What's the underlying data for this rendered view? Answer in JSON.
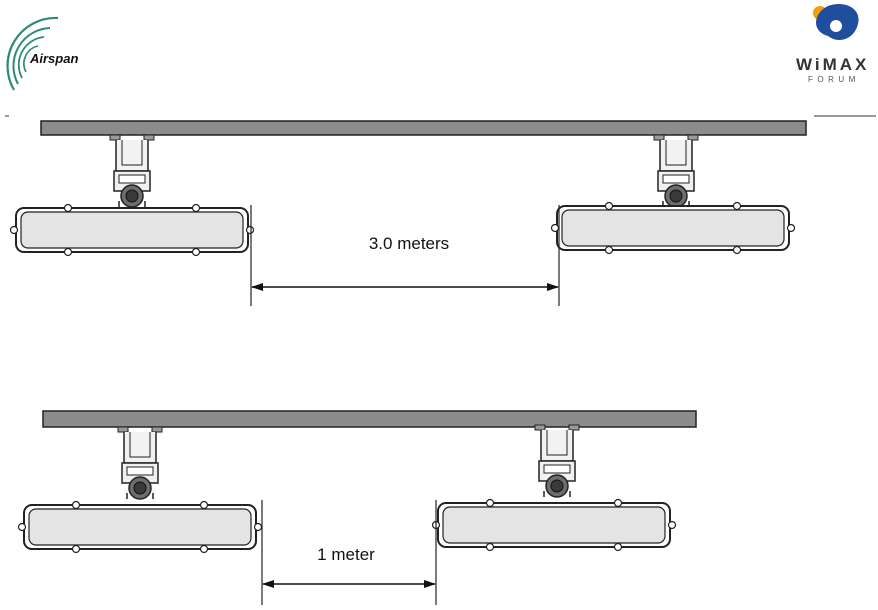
{
  "header": {
    "left_logo_text": "Airspan",
    "right_logo_text": "WiMAX",
    "right_logo_subtext": "FORUM"
  },
  "diagrams": [
    {
      "spacing_label": "3.0 meters"
    },
    {
      "spacing_label": "1 meter"
    }
  ],
  "colors": {
    "pole_fill": "#8c8c8c",
    "antenna_fill": "#e4e4e4",
    "line": "#222222",
    "wimax_blue": "#1f4e9e",
    "wimax_orange": "#f2a007",
    "airspan_teal": "#2e8a74"
  }
}
